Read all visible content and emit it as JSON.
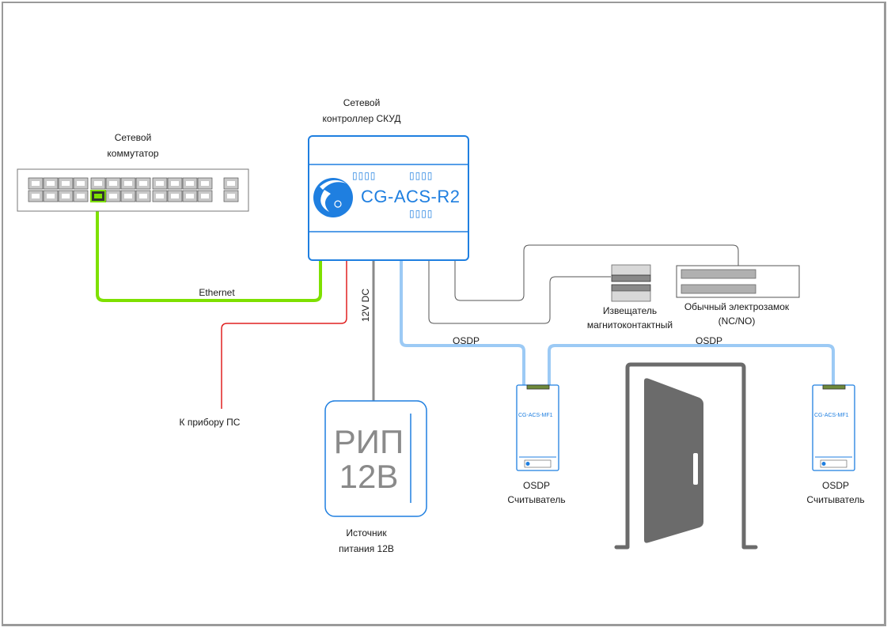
{
  "switch": {
    "title_line1": "Сетевой",
    "title_line2": "коммутатор",
    "port_groups": 3,
    "ports_per_group": 4,
    "uplink_ports": 1,
    "active_port_color": "#7ee000"
  },
  "controller": {
    "title_line1": "Сетевой",
    "title_line2": "контроллер СКУД",
    "model": "CG-ACS-R2",
    "indicator_glyph": "▯▯▯▯",
    "accent": "#1f7fe0"
  },
  "links": {
    "ethernet": {
      "label": "Ethernet",
      "color": "#7ee000"
    },
    "fire": {
      "label": "К прибору ПС",
      "color": "#e02020"
    },
    "power": {
      "label": "12V DC",
      "color": "#8a8a8a"
    },
    "osdp1": {
      "label": "OSDP",
      "color": "#9ccaf5"
    },
    "osdp2": {
      "label": "OSDP",
      "color": "#9ccaf5"
    },
    "signal": {
      "color": "#555555"
    }
  },
  "power_supply": {
    "face_line1": "РИП",
    "face_line2": "12В",
    "caption_line1": "Источник",
    "caption_line2": "питания 12В"
  },
  "sensor": {
    "caption_line1": "Извещатель",
    "caption_line2": "магнитоконтактный"
  },
  "lock": {
    "caption_line1": "Обычный электрозамок",
    "caption_line2": "(NC/NO)"
  },
  "readers": [
    {
      "model": "CG-ACS-MF1",
      "caption_line1": "OSDP",
      "caption_line2": "Считыватель"
    },
    {
      "model": "CG-ACS-MF1",
      "caption_line1": "OSDP",
      "caption_line2": "Считыватель"
    }
  ],
  "door": {
    "icon": "open-door-icon",
    "color": "#6b6b6b"
  }
}
